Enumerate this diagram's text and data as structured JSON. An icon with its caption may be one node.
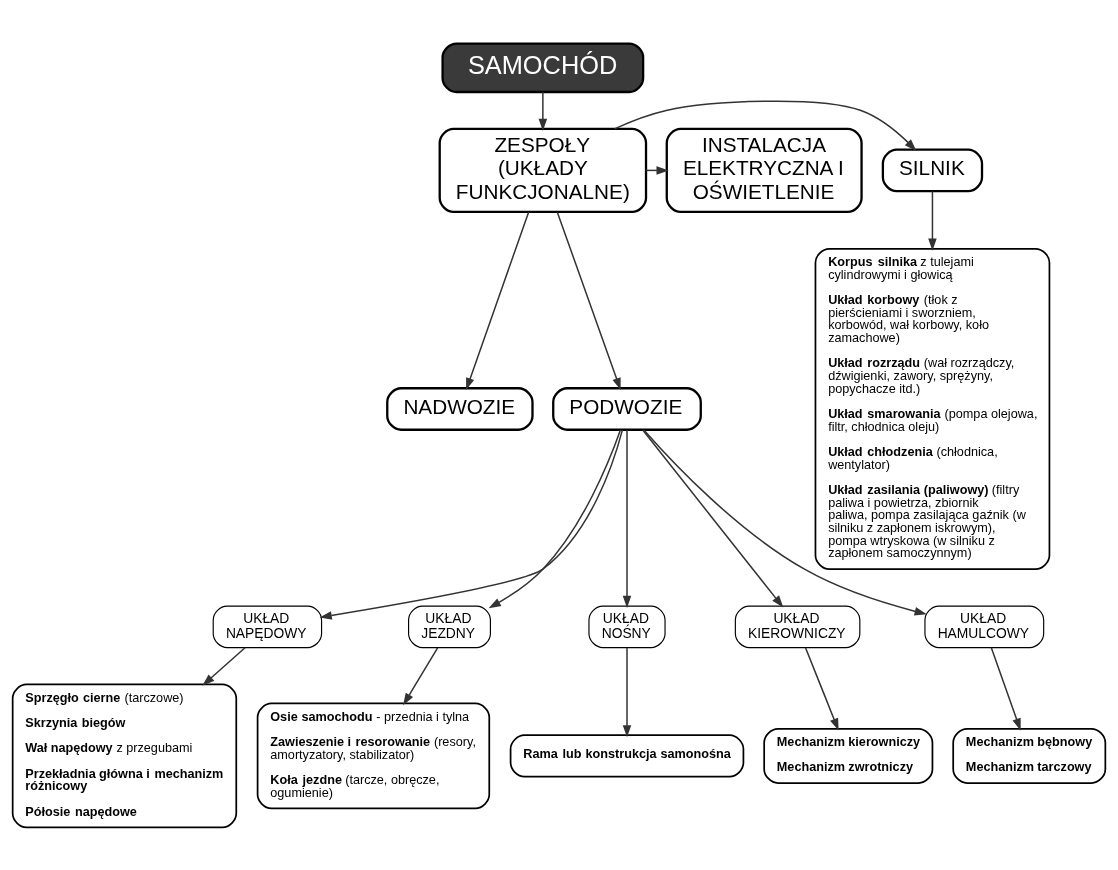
{
  "diagram": {
    "nodes": [
      {
        "text": [
          "SAMOCHÓD"
        ]
      },
      {
        "text": [
          "ZESPOŁY (UKŁADY FUNKCJONALNE)"
        ]
      },
      {
        "text": [
          "SILNIK"
        ]
      },
      {
        "text": [
          "INSTALACJA ELEKTRYCZNA I OŚWIETLENIE"
        ]
      },
      {
        "text": [
          "NADWOZIE"
        ]
      },
      {
        "text": [
          "PODWOZIE"
        ]
      },
      {
        "text": [
          "**Korpus silnika** z tulejami cylindrowymi i głowicą",
          "**Układ korbowy** (tłok z pierścieniami i sworzniem, korbowód, wał korbowy, koło zamachowe)",
          "**Układ rozrządu** (wał rozrządczy, dźwigienki, zawory, sprężyny, popychacze itd.)",
          "**Układ smarowania** (pompa olejowa, filtr, chłodnica oleju)",
          "**Układ chłodzenia** (chłodnica, wentylator)",
          "**Układ zasilania (paliwowy)** (filtry paliwa i powietrza, zbiornik paliwa, pompa zasilająca gaźnik (w silniku z zapłonem iskrowym), pompa wtryskowa (w silniku z zapłonem samoczynnym)"
        ]
      },
      {
        "text": [
          "UKŁAD NAPĘDOWY"
        ]
      },
      {
        "text": [
          "UKŁAD JEZDNY"
        ]
      },
      {
        "text": [
          "UKŁAD NOŚNY"
        ]
      },
      {
        "text": [
          "UKŁAD KIEROWNICZY"
        ]
      },
      {
        "text": [
          "UKŁAD HAMULCOWY"
        ]
      },
      {
        "text": [
          "**Sprzęgło cierne** (tarczowe)",
          "**Skrzynia biegów**",
          "**Wał napędowy** z przegubami",
          "**Przekładnia główna i mechanizm różnicowy**",
          "**Półosie napędowe**"
        ]
      },
      {
        "text": [
          "**Mechanizm kierowniczy**",
          "**Mechanizm zwrotniczy**"
        ]
      },
      {
        "text": [
          "**Rama lub konstrukcja samonośna**"
        ]
      },
      {
        "text": [
          "**Mechanizm bębnowy**",
          "**Mechanizm tarczowy**"
        ]
      },
      {
        "text": [
          "**Osie samochodu** - przednia i tylna",
          "**Zawieszenie i resorowanie** (resory, amortyzatory, stabilizator)",
          "**Koła jezdne** (tarcze, obręcze, ogumienie)"
        ]
      }
    ],
    "edges": [
      {
        "from": 0,
        "to": 1,
        "arrow": "to"
      },
      {
        "from": 1,
        "to": 2,
        "arrow": "to"
      },
      {
        "from": 1,
        "to": 3,
        "arrow": "to"
      },
      {
        "from": 1,
        "to": 4,
        "arrow": "to"
      },
      {
        "from": 1,
        "to": 5,
        "arrow": "to"
      },
      {
        "from": 2,
        "to": 6,
        "arrow": "to"
      },
      {
        "from": 5,
        "to": 7,
        "arrow": "to"
      },
      {
        "from": 5,
        "to": 8,
        "arrow": "to"
      },
      {
        "from": 5,
        "to": 9,
        "arrow": "to"
      },
      {
        "from": 5,
        "to": 10,
        "arrow": "to"
      },
      {
        "from": 5,
        "to": 11,
        "arrow": "to"
      },
      {
        "from": 7,
        "to": 12,
        "arrow": "to"
      },
      {
        "from": 10,
        "to": 13,
        "arrow": "to"
      },
      {
        "from": 9,
        "to": 14,
        "arrow": "to"
      },
      {
        "from": 11,
        "to": 15,
        "arrow": "to"
      },
      {
        "from": 8,
        "to": 16,
        "arrow": "to"
      }
    ]
  }
}
